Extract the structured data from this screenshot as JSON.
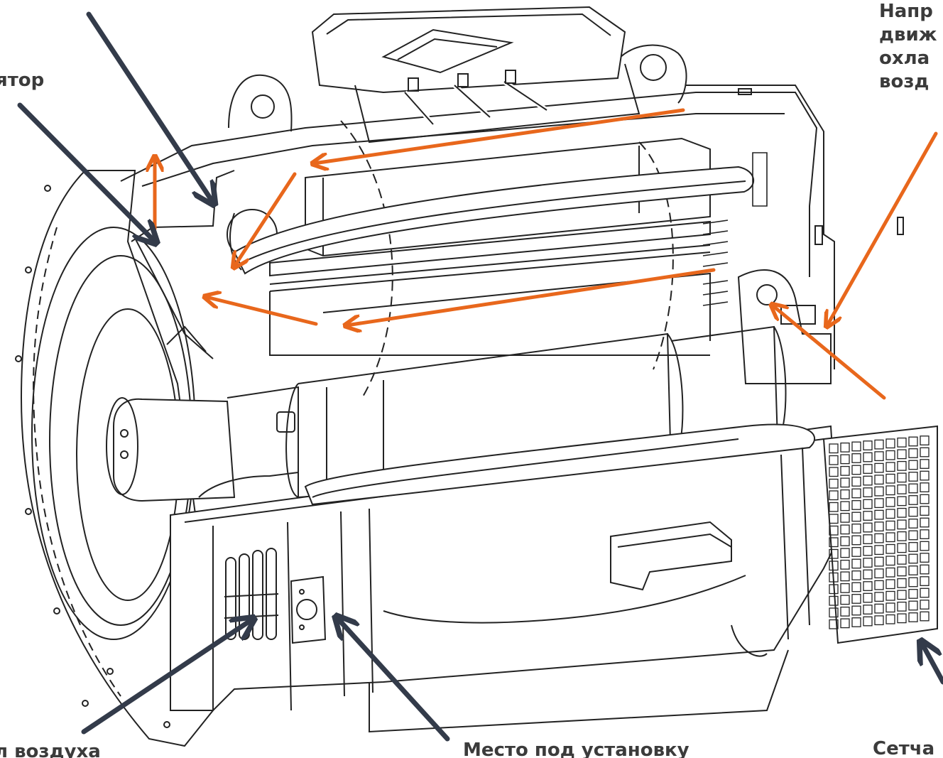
{
  "labels": {
    "fan": "ятор",
    "direction": [
      "Напр",
      "движ",
      "охла",
      "возд"
    ],
    "inlet": "л воздуха",
    "mount": "Место под установку",
    "mesh": "Сетча"
  },
  "colors": {
    "line_drawing": "#222222",
    "airflow_arrow": "#e8671c",
    "pointer_arrow": "#333b4a",
    "label_text": "#3b3b3b"
  }
}
